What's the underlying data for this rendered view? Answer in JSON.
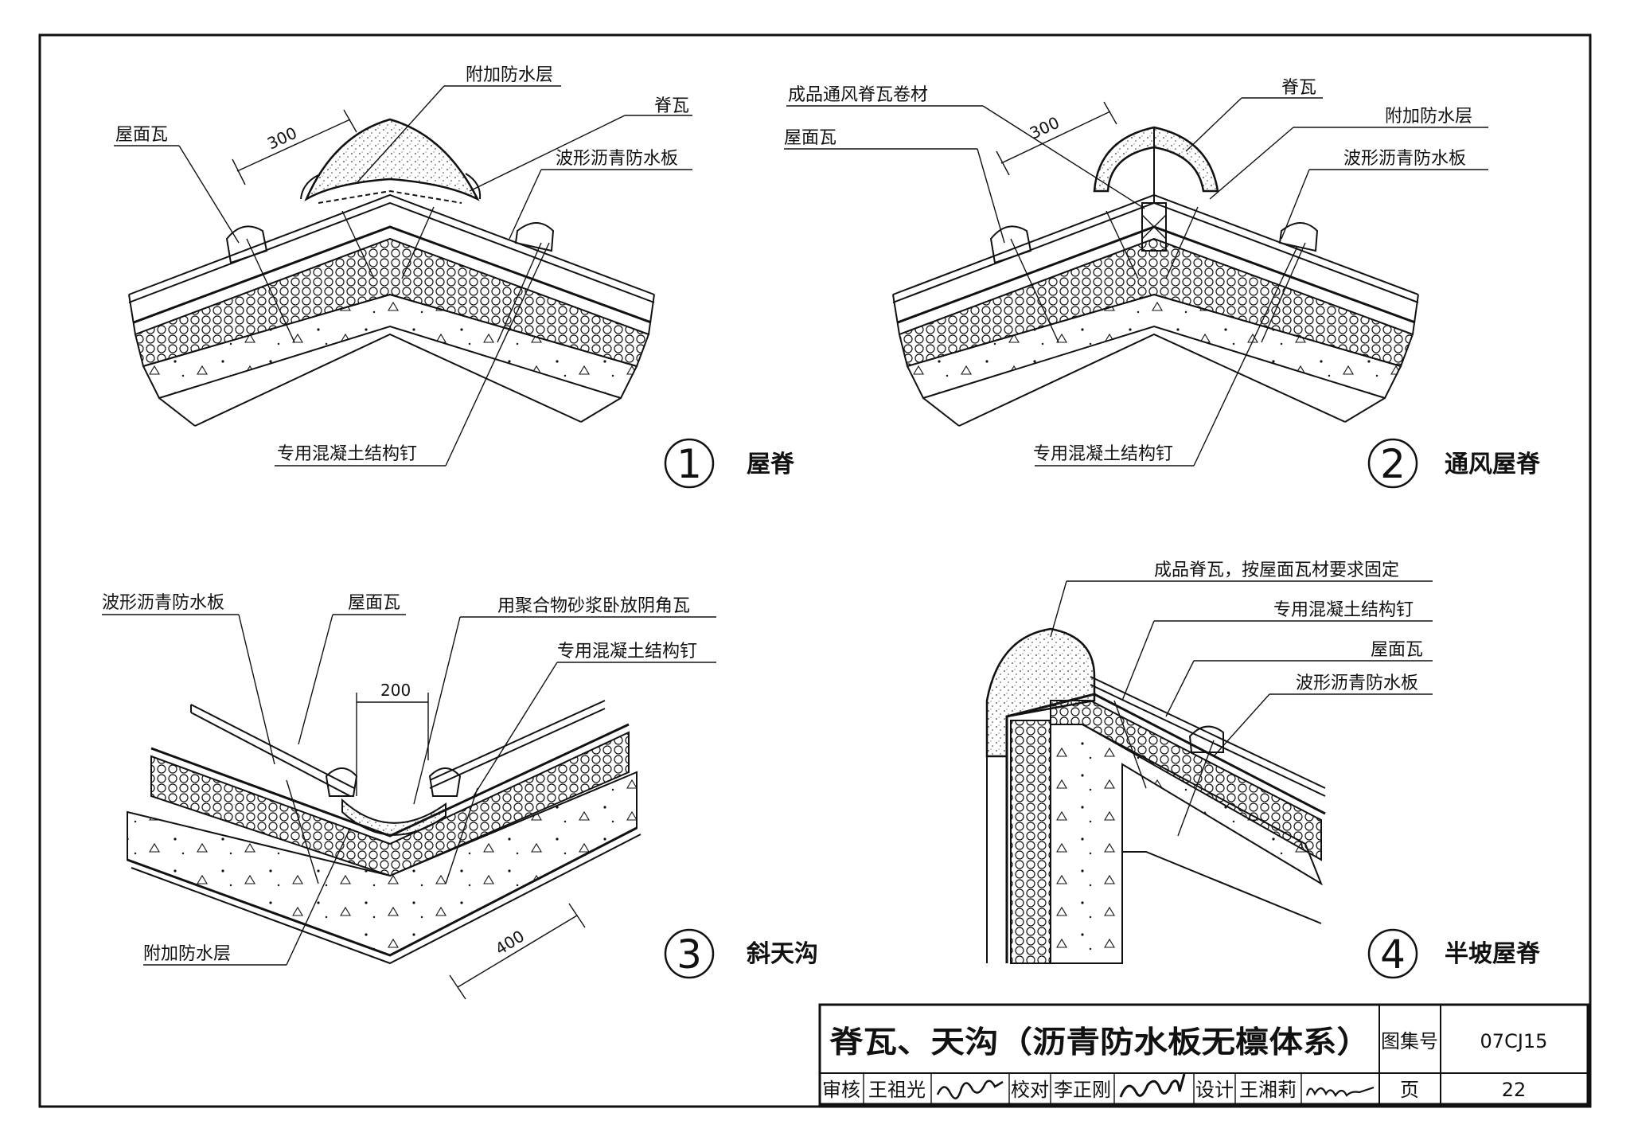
{
  "details": [
    {
      "number": "1",
      "title": "屋脊",
      "labels": {
        "additional_waterproof": "附加防水层",
        "ridge_tile": "脊瓦",
        "roof_tile": "屋面瓦",
        "asphalt_board": "波形沥青防水板",
        "concrete_nail": "专用混凝土结构钉"
      },
      "dimension": "300"
    },
    {
      "number": "2",
      "title": "通风屋脊",
      "labels": {
        "vent_roll": "成品通风脊瓦卷材",
        "ridge_tile": "脊瓦",
        "additional_waterproof": "附加防水层",
        "roof_tile": "屋面瓦",
        "asphalt_board": "波形沥青防水板",
        "concrete_nail": "专用混凝土结构钉"
      },
      "dimension": "300"
    },
    {
      "number": "3",
      "title": "斜天沟",
      "labels": {
        "asphalt_board": "波形沥青防水板",
        "roof_tile": "屋面瓦",
        "mortar_valley": "用聚合物砂浆卧放阴角瓦",
        "concrete_nail": "专用混凝土结构钉",
        "additional_waterproof": "附加防水层"
      },
      "dimension_top": "200",
      "dimension_bottom": "400"
    },
    {
      "number": "4",
      "title": "半坡屋脊",
      "labels": {
        "ridge_fixed": "成品脊瓦，按屋面瓦材要求固定",
        "concrete_nail": "专用混凝土结构钉",
        "roof_tile": "屋面瓦",
        "asphalt_board": "波形沥青防水板"
      }
    }
  ],
  "title_block": {
    "title": "脊瓦、天沟（沥青防水板无檩体系）",
    "atlas_label": "图集号",
    "atlas_no": "07CJ15",
    "review_label": "审核",
    "reviewer": "王祖光",
    "reviewer_signature": "王祖光",
    "check_label": "校对",
    "checker": "李正刚",
    "checker_signature": "李正刚",
    "design_label": "设计",
    "designer": "王湘莉",
    "designer_signature": "王湘莉",
    "page_label": "页",
    "page_no": "22"
  }
}
